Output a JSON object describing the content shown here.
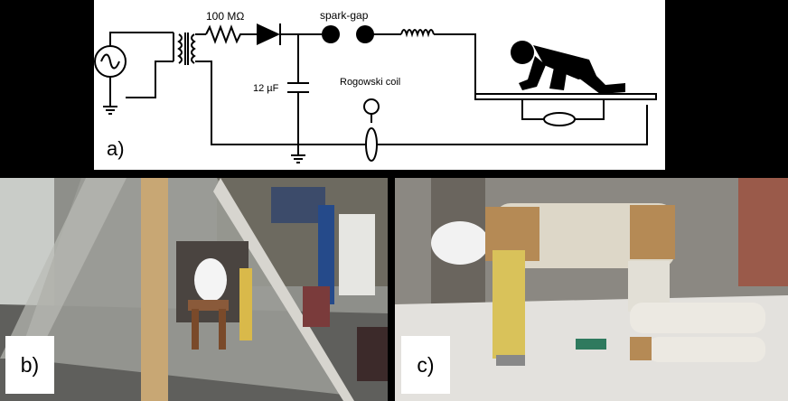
{
  "panel_a": {
    "label": "a)",
    "resistor_label": "100 MΩ",
    "spark_gap_label": "spark-gap",
    "capacitor_label": "12 µF",
    "rogowski_label": "Rogowski coil"
  },
  "panel_b": {
    "label": "b)"
  },
  "panel_c": {
    "label": "c)"
  },
  "colors": {
    "background": "#000000",
    "panel": "#ffffff",
    "ink": "#000000"
  }
}
